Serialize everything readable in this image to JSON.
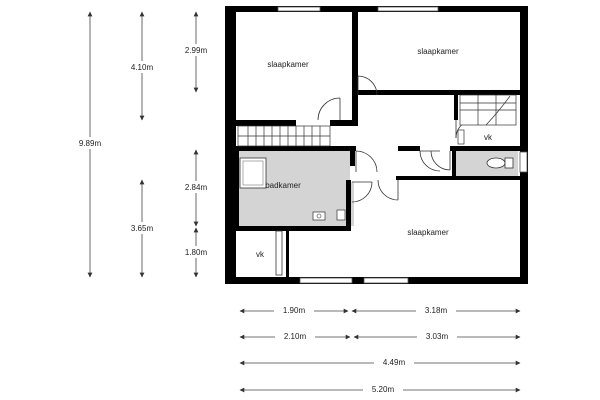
{
  "rooms": {
    "bedroom_top_left": "slaapkamer",
    "bedroom_top_right": "slaapkamer",
    "bathroom": "badkamer",
    "closet_upper": "vk",
    "closet_lower": "vk",
    "bedroom_bottom": "slaapkamer"
  },
  "dimensions": {
    "total_height": "9.89m",
    "height_a": "4.10m",
    "height_b": "3.65m",
    "height_c": "2.99m",
    "height_d": "2.84m",
    "height_e": "1.80m",
    "width_row1_left": "1.90m",
    "width_row1_right": "3.18m",
    "width_row2_left": "2.10m",
    "width_row2_right": "3.03m",
    "width_row3": "4.49m",
    "width_row4": "5.20m"
  },
  "colors": {
    "wall": "#000000",
    "bath_floor": "#d4d4d4",
    "dimension_line": "#444444"
  }
}
